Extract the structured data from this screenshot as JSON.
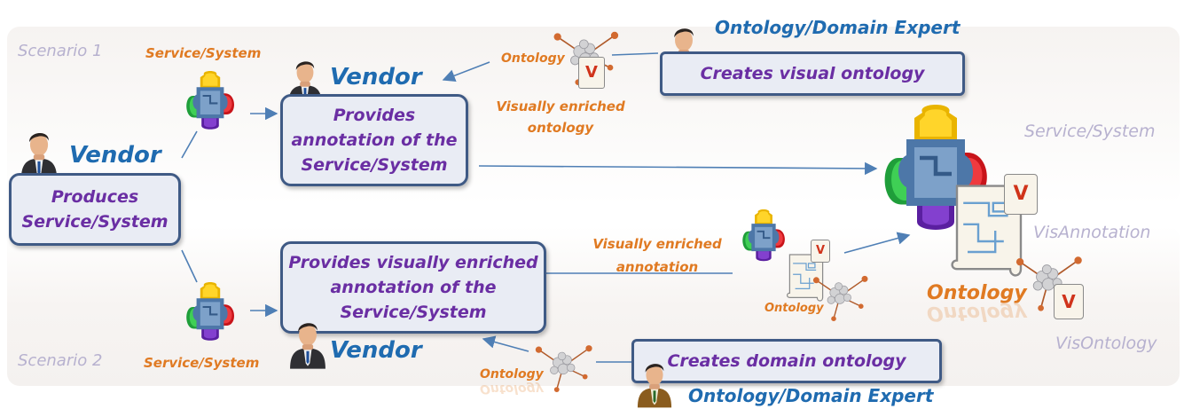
{
  "scenario1": "Scenario 1",
  "scenario2": "Scenario 2",
  "service_system": "Service/System",
  "vendor": "Vendor",
  "ontology": "Ontology",
  "expert_title": "Ontology/Domain Expert",
  "produces": "Produces Service/System",
  "provides_annotation": "Provides annotation of the Service/System",
  "provides_visual": "Provides visually enriched annotation of the Service/System",
  "creates_visual_ontology": "Creates visual ontology",
  "creates_domain_ontology": "Creates domain ontology",
  "visually_enriched_ontology": "Visually enriched ontology",
  "visually_enriched_annotation": "Visually enriched annotation",
  "right_service_system": "Service/System",
  "vis_annotation": "VisAnnotation",
  "vis_ontology": "VisOntology",
  "v_mark": "V",
  "colors": {
    "box_border": "#3f5a85",
    "box_fill": "#e9ecf4",
    "box_text": "#6a2ea3",
    "vendor_blue": "#1f6bb0",
    "orange": "#e07a22",
    "scenario_gray": "#b7b1cf"
  }
}
